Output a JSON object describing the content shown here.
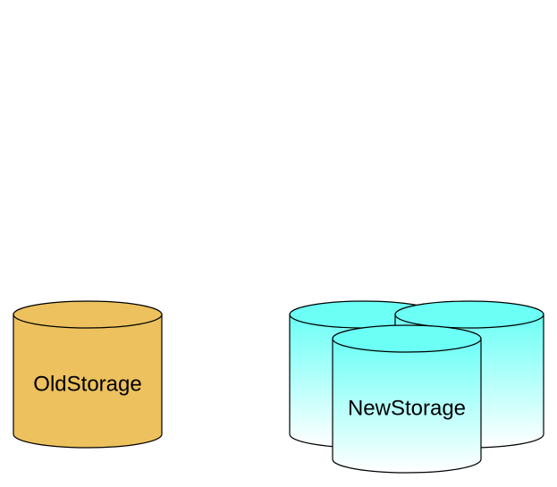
{
  "diagram": {
    "old_storage": {
      "label": "OldStorage",
      "fill": "#ecc15e"
    },
    "new_storage": {
      "label": "NewStorage",
      "gradient_top": "#6bfff6",
      "gradient_bottom": "#ffffff",
      "unit_count": 3
    },
    "stroke_color": "#000000"
  }
}
